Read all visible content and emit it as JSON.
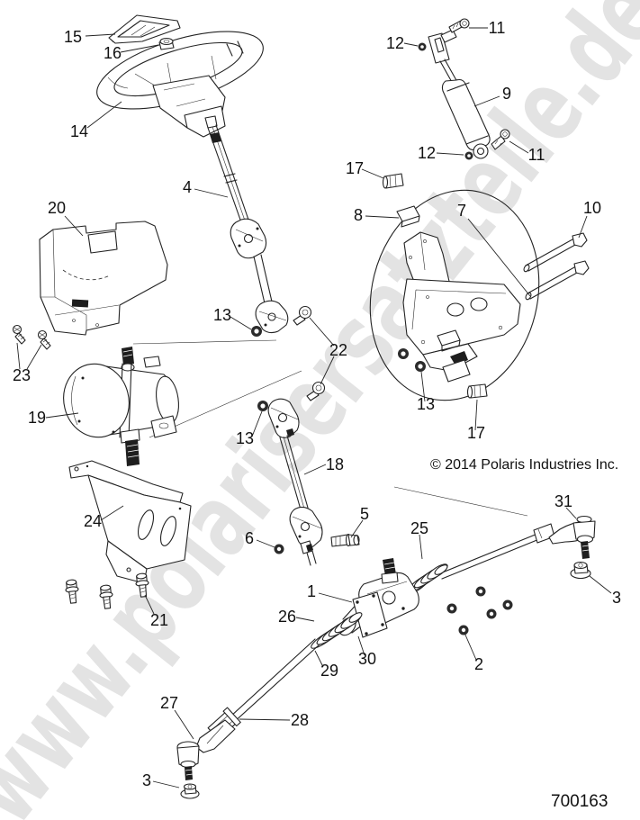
{
  "watermark": {
    "text": "www.polarisersatzteile.de"
  },
  "footer": {
    "copyright": "© 2014 Polaris Industries Inc.",
    "drawing_number": "700163"
  },
  "callouts": [
    "15",
    "16",
    "14",
    "4",
    "20",
    "11",
    "12",
    "9",
    "12",
    "11",
    "17",
    "8",
    "7",
    "10",
    "13",
    "22",
    "23",
    "19",
    "13",
    "13",
    "17",
    "18",
    "24",
    "6",
    "5",
    "25",
    "31",
    "1",
    "26",
    "21",
    "30",
    "29",
    "2",
    "27",
    "28",
    "3",
    "3"
  ]
}
